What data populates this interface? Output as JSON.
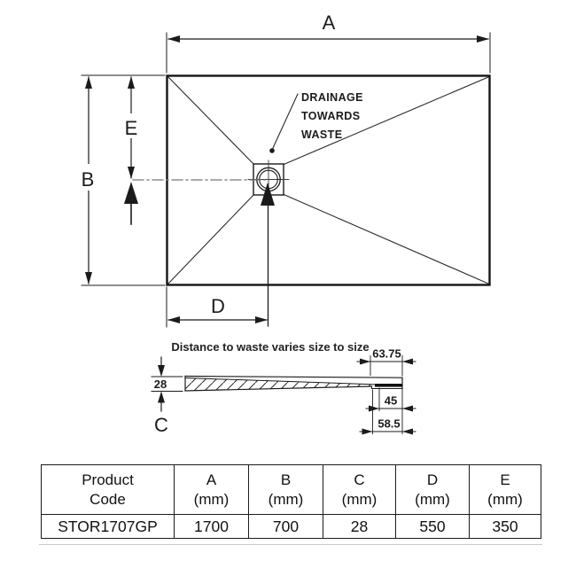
{
  "top_view": {
    "dim_a_label": "A",
    "dim_b_label": "B",
    "dim_d_label": "D",
    "dim_e_label": "E",
    "drainage_note_line1": "DRAINAGE",
    "drainage_note_line2": "TOWARDS",
    "drainage_note_line3": "WASTE"
  },
  "side_view": {
    "title": "Distance to waste varies size to size",
    "thickness_label": "28",
    "dim_c_label": "C",
    "waste_top_width": "63.75",
    "waste_inner_width": "45",
    "waste_bottom_width": "58.5"
  },
  "table": {
    "headers": [
      {
        "line1": "Product",
        "line2": "Code"
      },
      {
        "line1": "A",
        "line2": "(mm)"
      },
      {
        "line1": "B",
        "line2": "(mm)"
      },
      {
        "line1": "C",
        "line2": "(mm)"
      },
      {
        "line1": "D",
        "line2": "(mm)"
      },
      {
        "line1": "E",
        "line2": "(mm)"
      }
    ],
    "row": {
      "product_code": "STOR1707GP",
      "a_mm": "1700",
      "b_mm": "700",
      "c_mm": "28",
      "d_mm": "550",
      "e_mm": "350"
    }
  },
  "colors": {
    "line": "#1b1b1b",
    "background": "#ffffff"
  }
}
